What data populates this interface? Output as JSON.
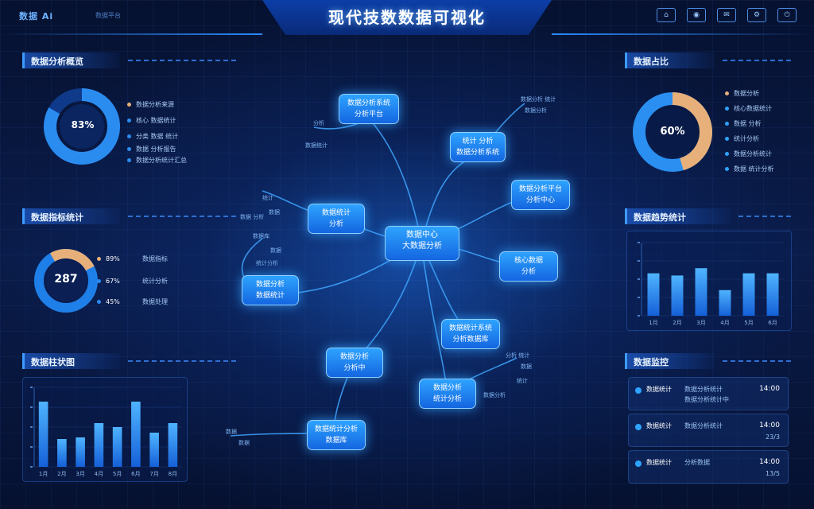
{
  "header": {
    "title": "现代技数数据可视化",
    "logo": "数据 Ai",
    "logo_sub": "数据平台",
    "icons": [
      "home-icon",
      "user-icon",
      "message-icon",
      "settings-icon",
      "exit-icon"
    ],
    "icon_glyphs": [
      "⌂",
      "◉",
      "✉",
      "⚙",
      "⏻"
    ]
  },
  "left": {
    "panel1": {
      "title": "数据分析概览",
      "donut_center": "83%",
      "legend": [
        "数据分析来源",
        "核心 数据统计",
        "分类 数据 统计",
        "数据 分析报告",
        "数据分析统计汇总"
      ]
    },
    "panel2": {
      "title": "数据指标统计",
      "ring_value": "287",
      "rows": [
        {
          "value": "89%",
          "label": "数据指标"
        },
        {
          "value": "67%",
          "label": "统计分析"
        },
        {
          "value": "45%",
          "label": "数据处理"
        }
      ]
    },
    "panel3": {
      "title": "数据柱状图",
      "chart_data": {
        "type": "bar",
        "categories": [
          "1月",
          "2月",
          "3月",
          "4月",
          "5月",
          "6月",
          "7月",
          "8月"
        ],
        "values": [
          82,
          35,
          37,
          55,
          50,
          82,
          43,
          55
        ],
        "ylim": [
          0,
          100
        ]
      }
    }
  },
  "center": {
    "hub": {
      "line1": "数据中心",
      "line2": "大数据分析"
    },
    "nodes": [
      {
        "id": "n1",
        "line1": "数据分析系统",
        "line2": "分析平台"
      },
      {
        "id": "n2",
        "line1": "统计 分析",
        "line2": "数据分析系统"
      },
      {
        "id": "n3",
        "line1": "数据分析平台",
        "line2": "分析中心"
      },
      {
        "id": "n4",
        "line1": "数据统计",
        "line2": "分析"
      },
      {
        "id": "n5",
        "line1": "核心数据",
        "line2": "分析"
      },
      {
        "id": "n6",
        "line1": "数据分析",
        "line2": "数据统计"
      },
      {
        "id": "n7",
        "line1": "数据统计系统",
        "line2": "分析数据库"
      },
      {
        "id": "n8",
        "line1": "数据分析",
        "line2": "分析中"
      },
      {
        "id": "n9",
        "line1": "数据分析",
        "line2": "统计分析"
      },
      {
        "id": "n10",
        "line1": "数据统计分析",
        "line2": "数据库"
      }
    ],
    "leaves": [
      "数据分析 统计",
      "数据分析",
      "数据统计",
      "分析",
      "统计",
      "数据",
      "数据 分析",
      "数据库",
      "数据",
      "统计分析",
      "分析 统计",
      "数据",
      "统计",
      "数据分析",
      "数据",
      "数据"
    ]
  },
  "right": {
    "panel1": {
      "title": "数据占比",
      "donut_center": "60%",
      "legend": [
        "数据分析",
        "核心数据统计",
        "数据 分析",
        "统计分析",
        "数据分析统计",
        "数据 统计分析"
      ]
    },
    "panel2": {
      "title": "数据趋势统计",
      "chart_data": {
        "type": "bar",
        "categories": [
          "1月",
          "2月",
          "3月",
          "4月",
          "5月",
          "6月"
        ],
        "values": [
          58,
          55,
          65,
          35,
          58,
          58
        ],
        "ylim": [
          0,
          100
        ]
      }
    },
    "panel3": {
      "title": "数据监控",
      "items": [
        {
          "name": "数据统计",
          "desc": "数据分析统计",
          "time": "14:00",
          "sub": "数据分析统计中"
        },
        {
          "name": "数据统计",
          "desc": "数据分析统计",
          "time": "14:00",
          "sub": "23/3"
        },
        {
          "name": "数据统计",
          "desc": "分析数据",
          "time": "14:00",
          "sub": "13/5"
        }
      ]
    }
  },
  "colors": {
    "accent": "#2ea3ff",
    "bar": "#1f7fe8",
    "donut_alt": "#e7b07a"
  }
}
